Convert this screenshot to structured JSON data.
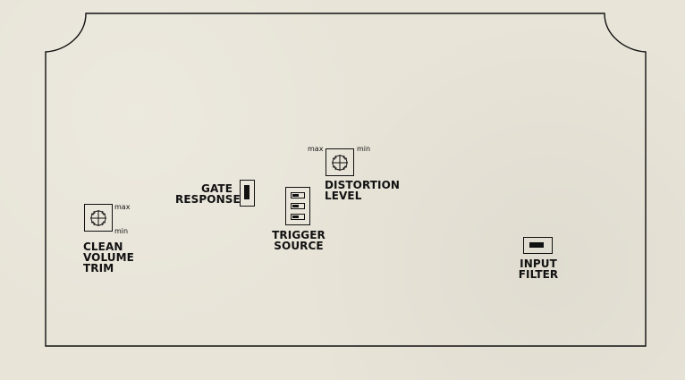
{
  "controls": {
    "clean_volume_trim": {
      "label": "CLEAN\nVOLUME\nTRIM",
      "max": "max",
      "min": "min",
      "icon": "potentiometer-icon"
    },
    "gate_response": {
      "label": "GATE\nRESPONSE",
      "icon": "vertical-toggle-switch-icon"
    },
    "trigger_source": {
      "label": "TRIGGER\nSOURCE",
      "icon": "three-position-rotary-switch-icon"
    },
    "distortion_level": {
      "label": "DISTORTION\nLEVEL",
      "max": "max",
      "min": "min",
      "icon": "potentiometer-icon"
    },
    "input_filter": {
      "label": "INPUT\nFILTER",
      "icon": "horizontal-toggle-switch-icon"
    }
  },
  "colors": {
    "background": "#e8e4d8",
    "ink": "#111111"
  }
}
